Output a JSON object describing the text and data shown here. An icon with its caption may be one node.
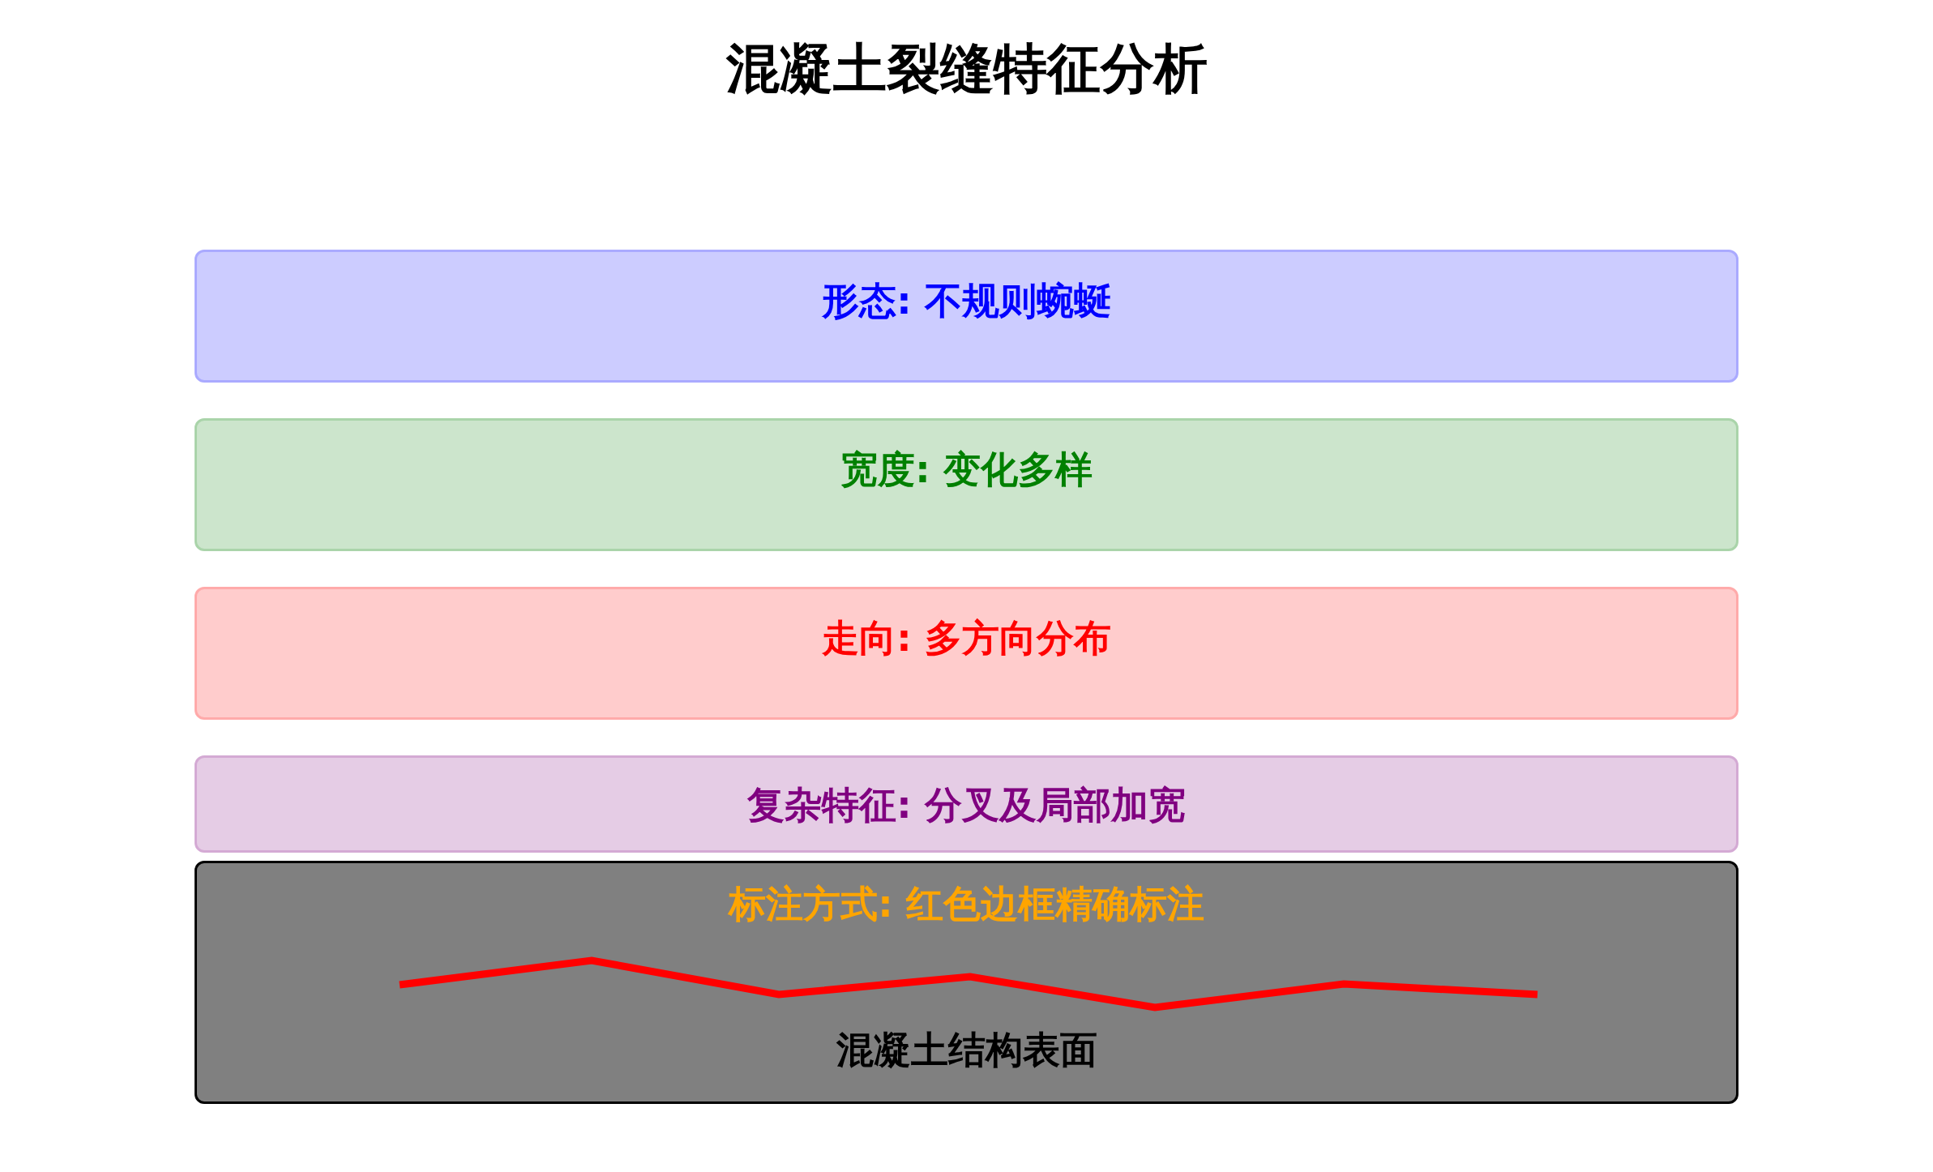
{
  "diagram": {
    "title": "混凝土裂缝特征分析",
    "nodes": [
      {
        "text": [
          "形态: 不规则蜿蜒"
        ]
      },
      {
        "text": [
          "宽度: 变化多样"
        ]
      },
      {
        "text": [
          "走向: 多方向分布"
        ]
      },
      {
        "text": [
          "复杂特征: 分叉及局部加宽"
        ]
      },
      {
        "text": [
          "标注方式: 红色边框精确标注",
          "混凝土结构表面"
        ]
      }
    ]
  }
}
